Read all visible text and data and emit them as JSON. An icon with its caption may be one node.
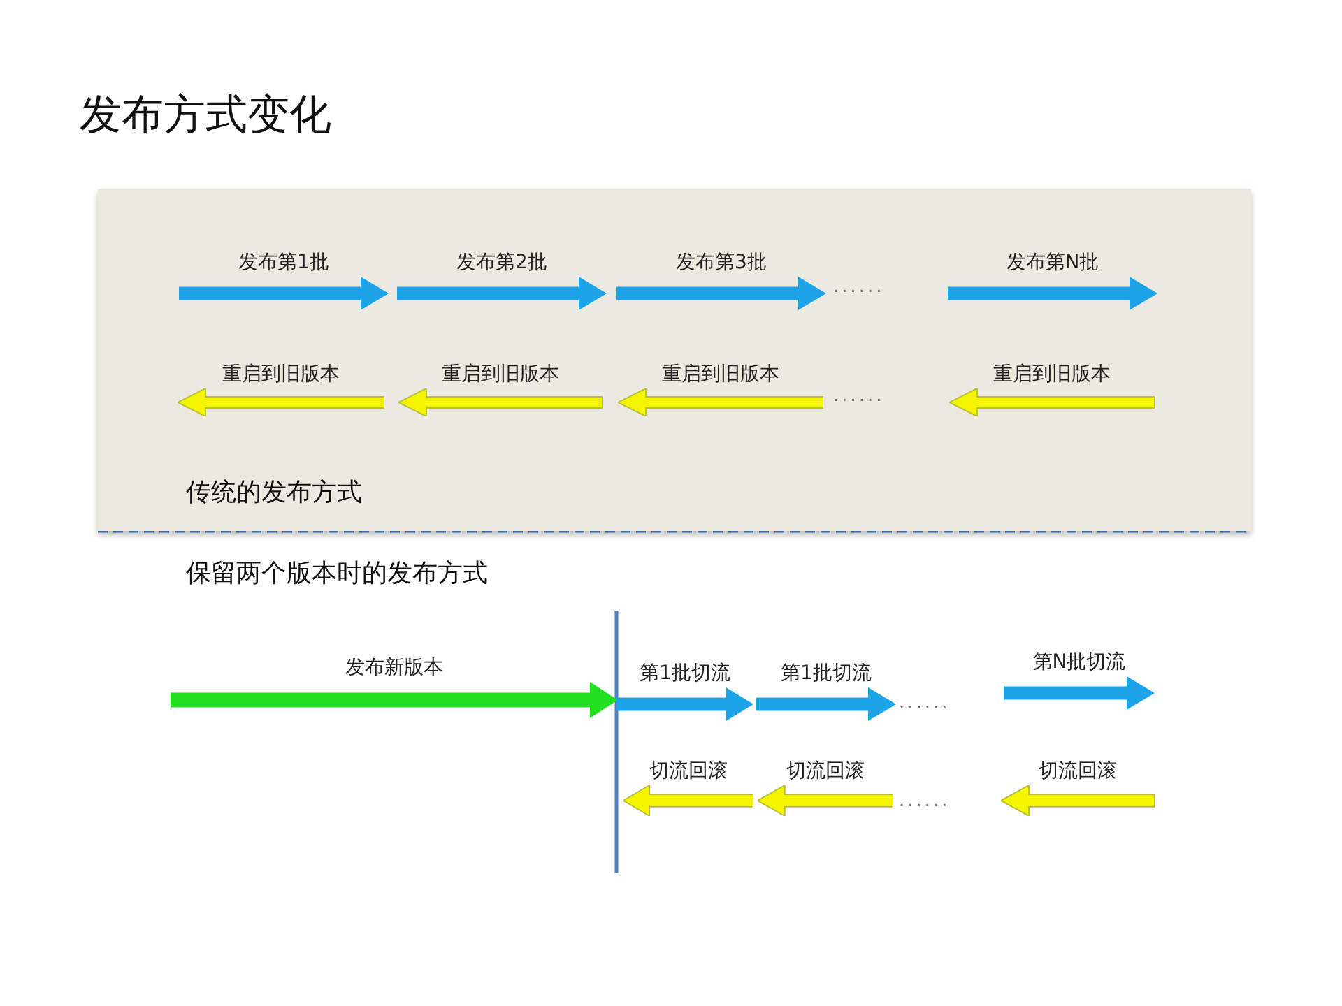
{
  "diagram": {
    "title": "发布方式变化",
    "nodes": [
      {
        "text": [
          "传统的发布方式"
        ]
      },
      {
        "text": [
          "发布第1批"
        ],
        "in": 0
      },
      {
        "text": [
          "发布第2批"
        ],
        "in": 0
      },
      {
        "text": [
          "发布第3批"
        ],
        "in": 0
      },
      {
        "text": [
          "发布第N批"
        ],
        "in": 0
      },
      {
        "text": [
          "重启到旧版本"
        ],
        "in": 0
      },
      {
        "text": [
          "重启到旧版本"
        ],
        "in": 0
      },
      {
        "text": [
          "重启到旧版本"
        ],
        "in": 0
      },
      {
        "text": [
          "重启到旧版本"
        ],
        "in": 0
      },
      {
        "text": [
          "发布新版本"
        ]
      },
      {
        "text": [
          "第1批切流"
        ]
      },
      {
        "text": [
          "第1批切流"
        ]
      },
      {
        "text": [
          "第N批切流"
        ]
      },
      {
        "text": [
          "切流回滚"
        ]
      },
      {
        "text": [
          "切流回滚"
        ]
      },
      {
        "text": [
          "切流回滚"
        ]
      }
    ],
    "edges": [],
    "labels": [
      "......",
      "......",
      "保留两个版本时的发布方式",
      "......",
      "......"
    ]
  }
}
